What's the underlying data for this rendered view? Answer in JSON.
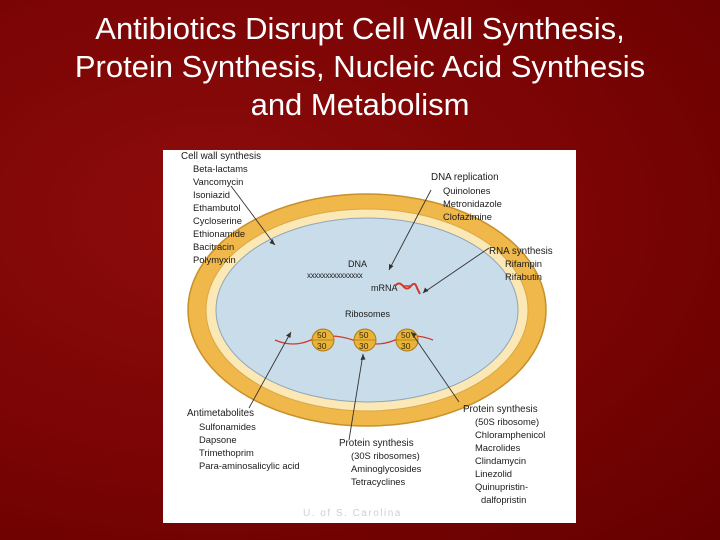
{
  "slide": {
    "title_lines": [
      "Antibiotics Disrupt Cell Wall Synthesis,",
      "Protein Synthesis, Nucleic Acid Synthesis",
      "and Metabolism"
    ],
    "footer": "U. of S. Carolina"
  },
  "diagram": {
    "cell_labels": {
      "dna": "DNA",
      "dna_strand": "xxxxxxxxxxxxxxx",
      "mrna": "mRNA",
      "ribosomes": "Ribosomes"
    },
    "ribosomes": [
      {
        "top": "50",
        "bottom": "30"
      },
      {
        "top": "50",
        "bottom": "30"
      },
      {
        "top": "50",
        "bottom": "30"
      }
    ],
    "groups": {
      "cell_wall": {
        "heading": "Cell wall synthesis",
        "items": [
          "Beta-lactams",
          "Vancomycin",
          "Isoniazid",
          "Ethambutol",
          "Cycloserine",
          "Ethionamide",
          "Bacitracin",
          "Polymyxin"
        ]
      },
      "dna_replication": {
        "heading": "DNA replication",
        "items": [
          "Quinolones",
          "Metronidazole",
          "Clofazimine"
        ]
      },
      "rna_synthesis": {
        "heading": "RNA synthesis",
        "items": [
          "Rifampin",
          "Rifabutin"
        ]
      },
      "antimetabolites": {
        "heading": "Antimetabolites",
        "items": [
          "Sulfonamides",
          "Dapsone",
          "Trimethoprim",
          "Para-aminosalicylic acid"
        ]
      },
      "protein_30s": {
        "heading": "Protein synthesis",
        "items": [
          "(30S ribosomes)",
          "Aminoglycosides",
          "Tetracyclines"
        ]
      },
      "protein_50s": {
        "heading": "Protein synthesis",
        "items": [
          "(50S ribosome)",
          "Chloramphenicol",
          "Macrolides",
          "Clindamycin",
          "Linezolid",
          "Quinupristin-",
          "dalfopristin"
        ]
      }
    }
  },
  "colors": {
    "background": "#7a0404",
    "outer_wall": "#f0b84a",
    "inner_band": "#fbe8b5",
    "cytoplasm": "#c9dcea",
    "ribosome": "#e7b33a",
    "mrna": "#d23a2a"
  }
}
